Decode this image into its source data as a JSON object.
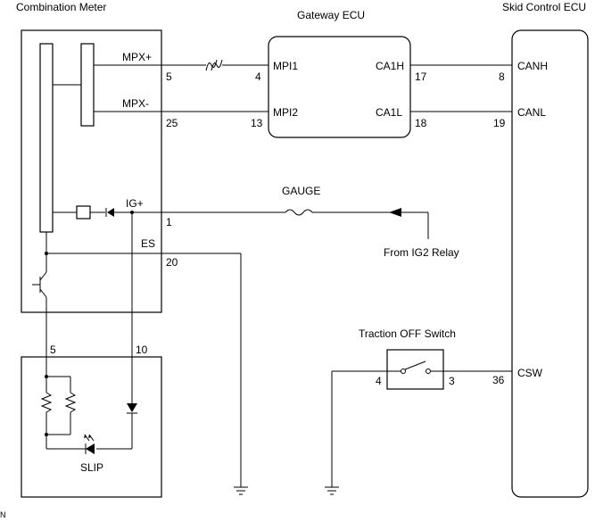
{
  "components": {
    "combination_meter": "Combination Meter",
    "gateway_ecu": "Gateway ECU",
    "skid_control_ecu": "Skid Control ECU",
    "traction_off_switch": "Traction OFF Switch",
    "gauge_fuse": "GAUGE",
    "ig2_relay_source": "From IG2 Relay",
    "slip_indicator": "SLIP"
  },
  "signals": {
    "mpx_plus": "MPX+",
    "mpx_minus": "MPX-",
    "ig_plus": "IG+",
    "es": "ES",
    "mpi1": "MPI1",
    "mpi2": "MPI2",
    "ca1h": "CA1H",
    "ca1l": "CA1L",
    "canh": "CANH",
    "canl": "CANL",
    "csw": "CSW"
  },
  "pins": {
    "meter_mpx_plus": "5",
    "meter_mpx_minus": "25",
    "meter_ig_plus": "1",
    "meter_es": "20",
    "gw_mpi1": "4",
    "gw_mpi2": "13",
    "gw_ca1h": "17",
    "gw_ca1l": "18",
    "skid_canh": "8",
    "skid_canl": "19",
    "skid_csw": "36",
    "switch_left": "4",
    "switch_right": "3",
    "slip_left": "5",
    "slip_right": "10"
  },
  "footer": {
    "code": "N"
  }
}
